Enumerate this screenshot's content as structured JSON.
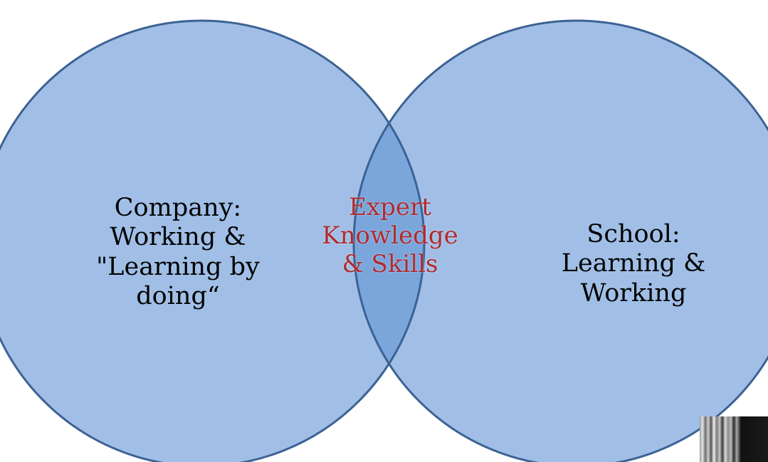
{
  "diagram": {
    "type": "venn",
    "colors": {
      "circle_fill": "#a1bfe6",
      "circle_stroke": "#3c6294",
      "overlap_fill": "#7aa6dc",
      "center_text": "#b02b2e",
      "side_text": "#000000"
    },
    "left": {
      "lines": [
        "Company:",
        "Working &",
        "\"Learning by",
        "doing“"
      ]
    },
    "center": {
      "lines": [
        "Expert",
        "Knowledge",
        "& Skills"
      ]
    },
    "right": {
      "lines": [
        "School:",
        "Learning &",
        "Working"
      ]
    }
  },
  "corner_image": {
    "icon": "striped-photo-thumbnail"
  }
}
